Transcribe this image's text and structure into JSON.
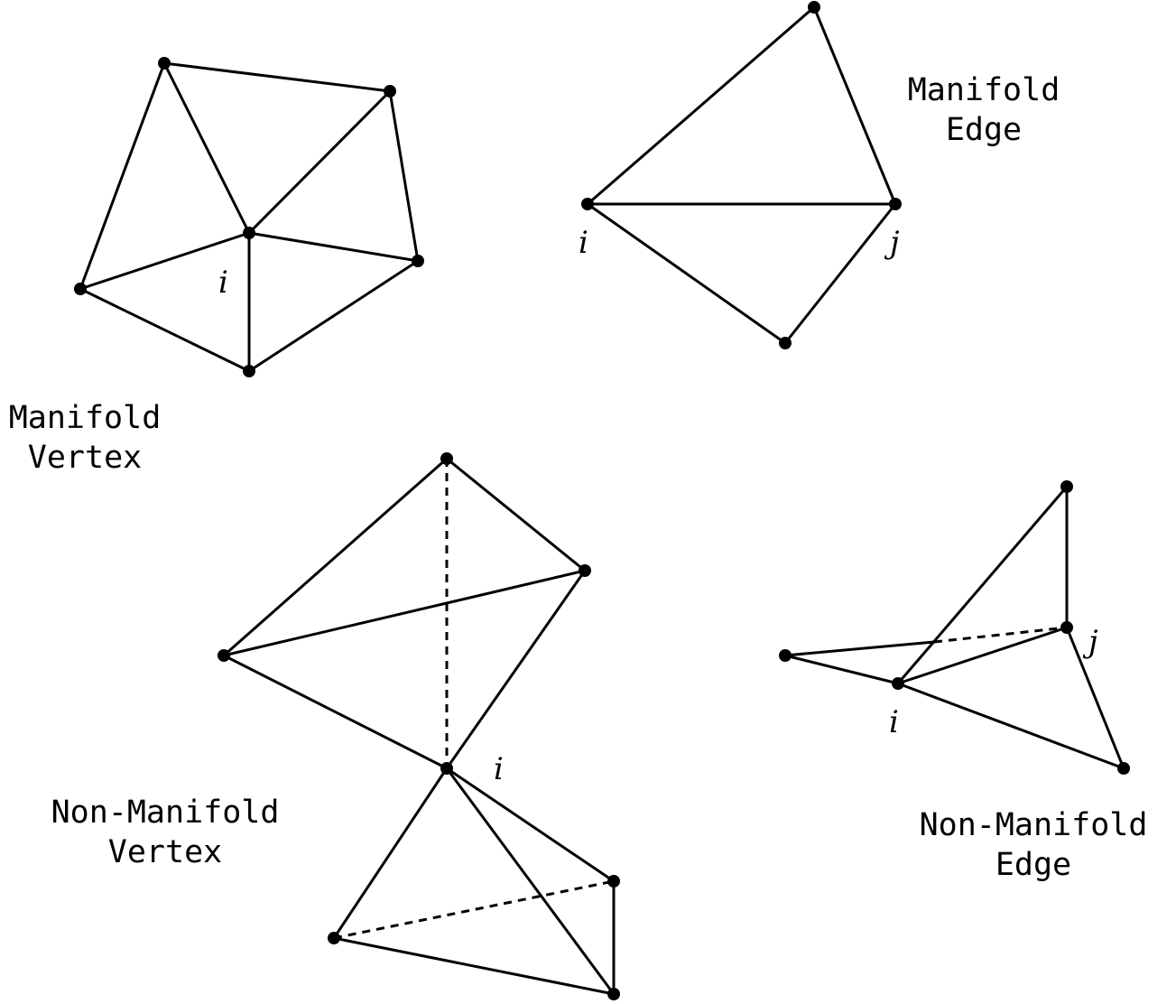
{
  "panels": {
    "manifold_vertex": {
      "title_line1": "Manifold",
      "title_line2": "Vertex",
      "vertex_label": "i"
    },
    "manifold_edge": {
      "title_line1": "Manifold",
      "title_line2": "Edge",
      "vertex_label_i": "i",
      "vertex_label_j": "j"
    },
    "non_manifold_vertex": {
      "title_line1": "Non-Manifold",
      "title_line2": "Vertex",
      "vertex_label": "i"
    },
    "non_manifold_edge": {
      "title_line1": "Non-Manifold",
      "title_line2": "Edge",
      "vertex_label_i": "i",
      "vertex_label_j": "j"
    }
  },
  "colors": {
    "stroke": "#000000",
    "background": "#ffffff"
  }
}
